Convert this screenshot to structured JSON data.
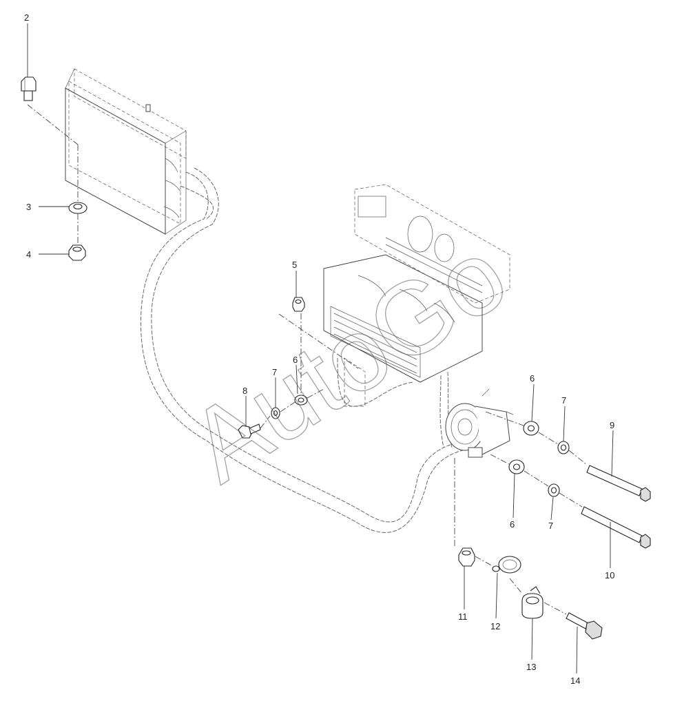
{
  "callouts": {
    "c2": "2",
    "c3": "3",
    "c4": "4",
    "c5": "5",
    "c6a": "6",
    "c6b": "6",
    "c6c": "6",
    "c7a": "7",
    "c7b": "7",
    "c7c": "7",
    "c8": "8",
    "c9": "9",
    "c10": "10",
    "c11": "11",
    "c12": "12",
    "c13": "13",
    "c14": "14"
  },
  "watermark": "AutoGo"
}
